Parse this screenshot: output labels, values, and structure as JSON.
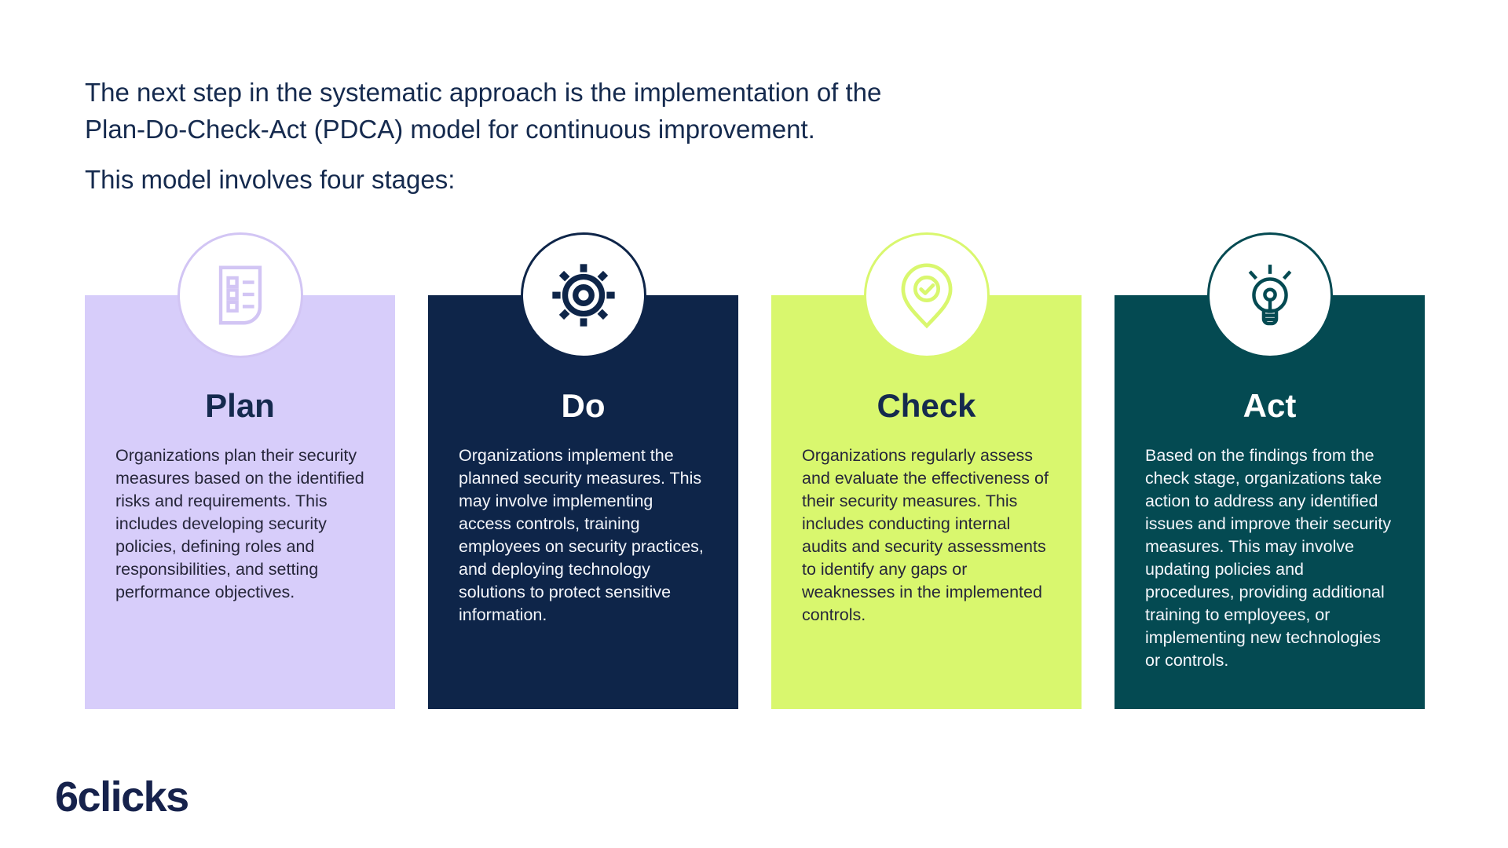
{
  "header": {
    "line1": "The next step in the systematic approach is the implementation of the",
    "line2": "Plan-Do-Check-Act (PDCA) model for continuous improvement.",
    "subtitle": "This model involves four stages:",
    "text_color": "#152a4e"
  },
  "cards": [
    {
      "title": "Plan",
      "body": "Organizations plan their security measures based on the identified risks and requirements. This includes developing security policies, defining roles and responsibilities, and setting performance objectives.",
      "bg": "#d7cdfa",
      "accent": "#d2c5f4",
      "title_color": "#152a4e",
      "body_color": "#26263a",
      "icon": "checklist-icon"
    },
    {
      "title": "Do",
      "body": "Organizations implement the planned security measures. This may involve implementing access controls, training employees on security practices, and deploying technology solutions to protect sensitive information.",
      "bg": "#0e2549",
      "accent": "#0e2549",
      "title_color": "#ffffff",
      "body_color": "#f4f6fb",
      "icon": "gear-icon"
    },
    {
      "title": "Check",
      "body": "Organizations regularly assess and evaluate the effectiveness of their security measures. This includes conducting internal audits and security assessments to identify any gaps or weaknesses in the implemented controls.",
      "bg": "#d9f76e",
      "accent": "#d9f76e",
      "title_color": "#152a4e",
      "body_color": "#26263a",
      "icon": "location-check-icon"
    },
    {
      "title": "Act",
      "body": "Based on the findings from the check stage, organizations take action to address any identified issues and improve their security measures. This may involve updating policies and procedures, providing additional training to employees, or implementing new technologies or controls.",
      "bg": "#044a52",
      "accent": "#044a52",
      "title_color": "#ffffff",
      "body_color": "#f4f6fb",
      "icon": "lightbulb-icon"
    }
  ],
  "logo": {
    "text": "6clicks",
    "color": "#16224c"
  }
}
